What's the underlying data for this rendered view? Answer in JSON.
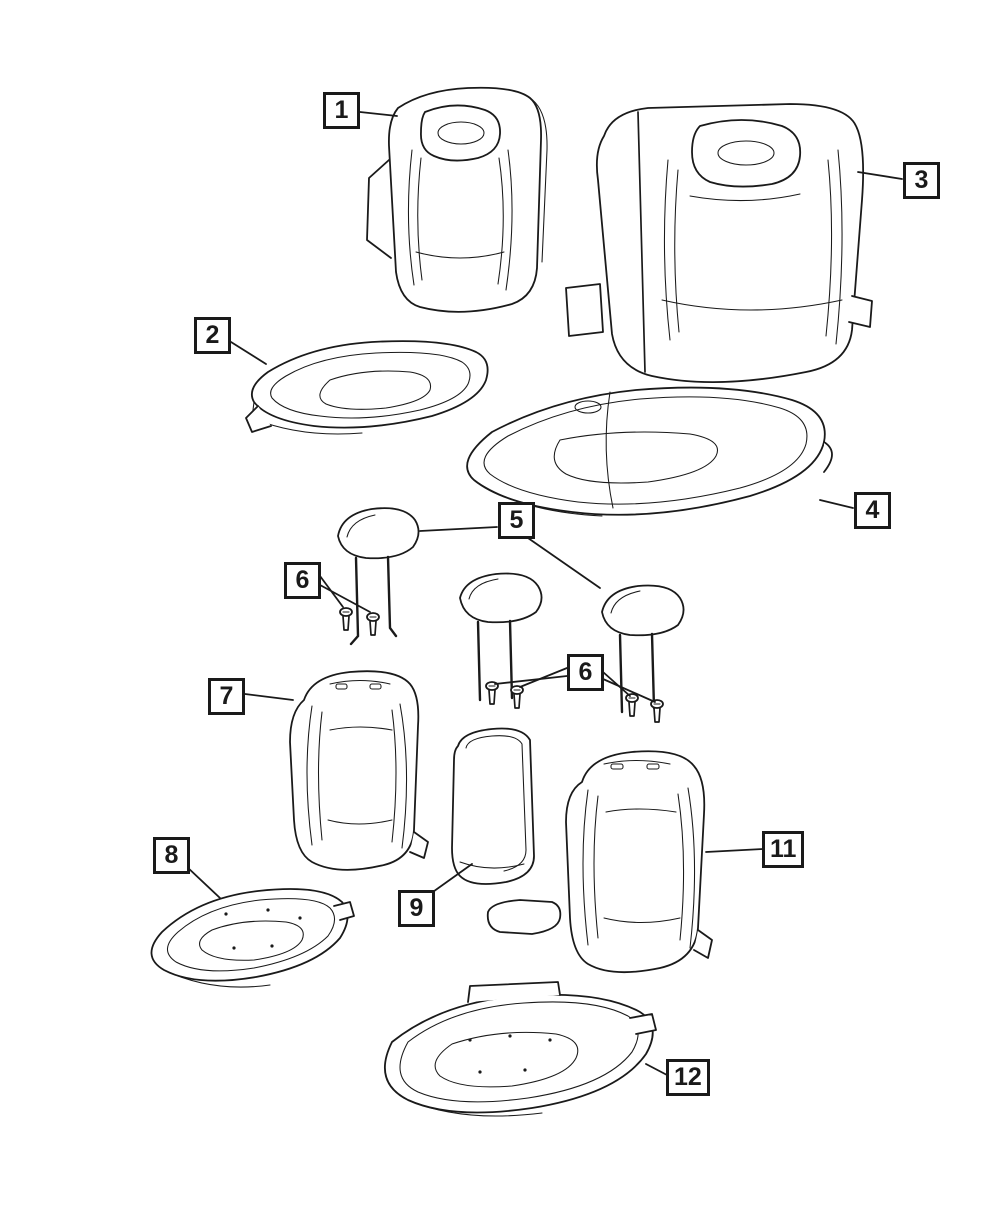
{
  "theme": {
    "ink": "#1a1a1a",
    "paper": "#ffffff"
  },
  "diagram": {
    "kind": "exploded-parts-line-drawing",
    "subject": "rear seat covers, cushions, headrests, sleeves and armrest",
    "callouts": [
      {
        "id": "c1",
        "label": "1"
      },
      {
        "id": "c2",
        "label": "2"
      },
      {
        "id": "c3",
        "label": "3"
      },
      {
        "id": "c4",
        "label": "4"
      },
      {
        "id": "c5",
        "label": "5"
      },
      {
        "id": "c6a",
        "label": "6"
      },
      {
        "id": "c6b",
        "label": "6"
      },
      {
        "id": "c7",
        "label": "7"
      },
      {
        "id": "c8",
        "label": "8"
      },
      {
        "id": "c9",
        "label": "9"
      },
      {
        "id": "c11",
        "label": "11"
      },
      {
        "id": "c12",
        "label": "12"
      }
    ]
  }
}
